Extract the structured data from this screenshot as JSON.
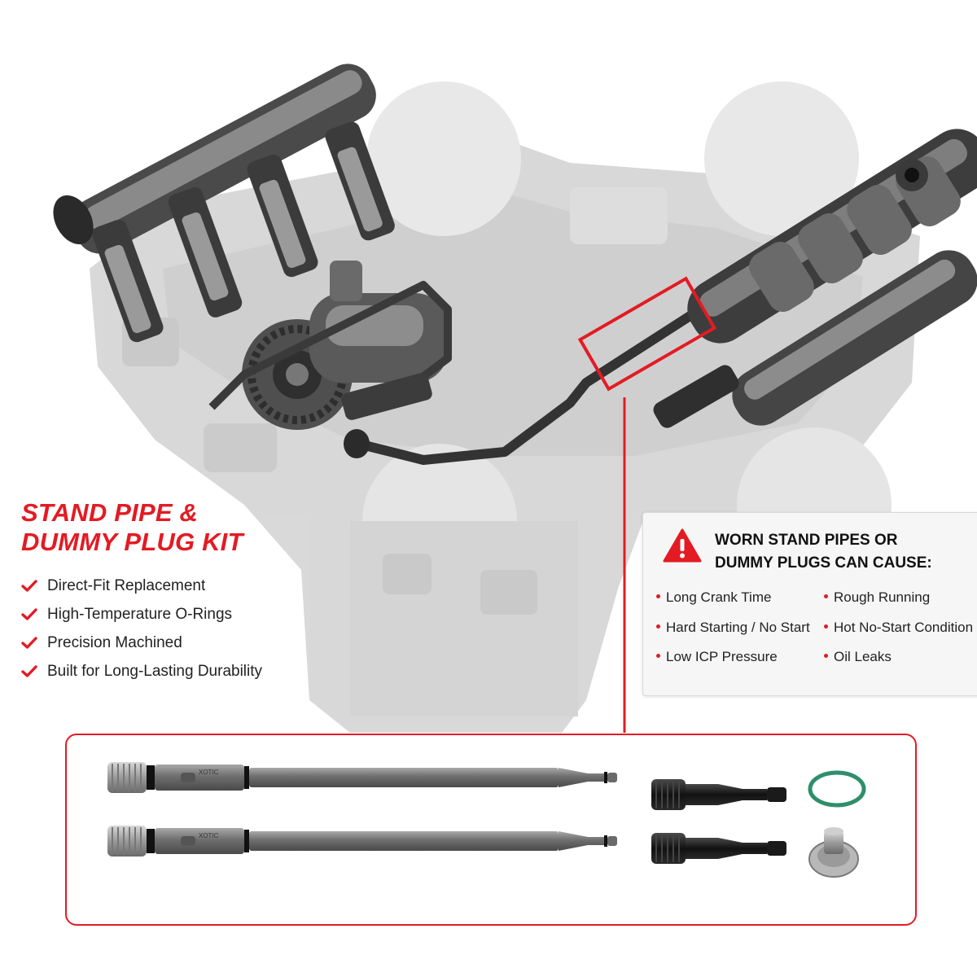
{
  "title": {
    "line1": "STAND PIPE &",
    "line2": "DUMMY PLUG KIT"
  },
  "features": [
    "Direct-Fit Replacement",
    "High-Temperature O-Rings",
    "Precision Machined",
    "Built for Long-Lasting Durability"
  ],
  "warning": {
    "title_line1": "WORN STAND PIPES OR",
    "title_line2": "DUMMY PLUGS CAN CAUSE:",
    "causes": [
      "Long Crank Time",
      "Rough Running",
      "Hard Starting / No Start",
      "Hot No-Start Condition",
      "Low ICP Pressure",
      "Oil Leaks"
    ]
  },
  "product_marking": "XOTIC",
  "colors": {
    "accent": "#e31b23",
    "text": "#222222",
    "ghost_engine": "#c9c9c9",
    "metal": "#6d6d6d"
  },
  "icons": [
    "checkmark-icon",
    "warning-triangle-icon"
  ]
}
